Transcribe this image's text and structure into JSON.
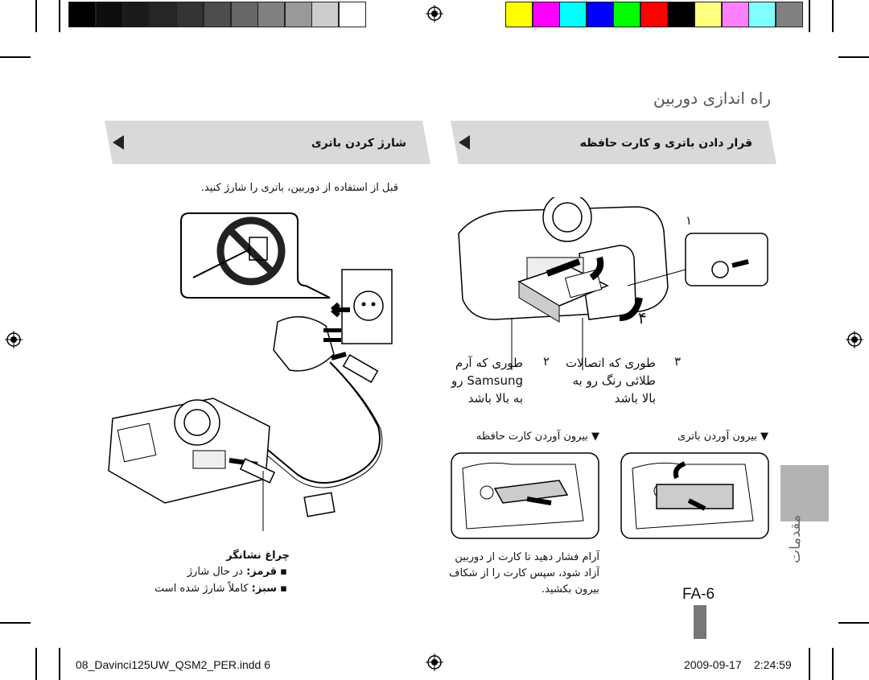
{
  "colors": {
    "grays": [
      "#000000",
      "#0d0d0d",
      "#1a1a1a",
      "#262626",
      "#333333",
      "#4d4d4d",
      "#666666",
      "#808080",
      "#999999",
      "#cccccc",
      "#ffffff"
    ],
    "process": [
      "#ffff00",
      "#ff00ff",
      "#00ffff",
      "#0000ff",
      "#00ff00",
      "#ff0000",
      "#000000",
      "#ffff80",
      "#ff80ff",
      "#80ffff",
      "#808080"
    ],
    "section_tab": "#b3b3b3",
    "header_band": "#d9d9d9"
  },
  "page": {
    "title": "راه اندازی دوربین",
    "section_tab_label": "مقدمات",
    "page_number": "FA-6"
  },
  "left_header": {
    "label": "قرار دادن باتری و کارت حافظه",
    "icon": "triangle-left-icon"
  },
  "right_header": {
    "label": "شارژ کردن باتری",
    "icon": "triangle-left-icon"
  },
  "charge_intro": "قبل از استفاده از دوربین، باتری را شارژ کنید.",
  "steps": [
    {
      "number": "۱",
      "text": ""
    },
    {
      "number": "۲",
      "text_lines": [
        "طوری که آرم",
        "Samsung رو",
        "به بالا باشد"
      ]
    },
    {
      "number": "۳",
      "text_lines": [
        "طوری که اتصالات",
        "طلائی رنگ رو به",
        "بالا باشد"
      ]
    },
    {
      "number": "۴",
      "text": ""
    }
  ],
  "insert_battery": "▼ بیرون آوردن باتری",
  "insert_card": "▼ بیرون آوردن کارت حافظه",
  "card_eject_lines": [
    "آرام فشار دهید تا کارت از دوربین",
    "آزاد شود، سپس کارت را از شکاف",
    "بیرون بکشید."
  ],
  "charge_lamp": {
    "title": "چراغ نشانگر",
    "items": [
      {
        "label": "قرمز:",
        "text": "در حال شارژ"
      },
      {
        "label": "سبز:",
        "text": "کاملاً شارژ شده است"
      }
    ]
  },
  "footer": {
    "file": "08_Davinci125UW_QSM2_PER.indd   6",
    "date": "2009-09-17",
    "time": "2:24:59"
  }
}
